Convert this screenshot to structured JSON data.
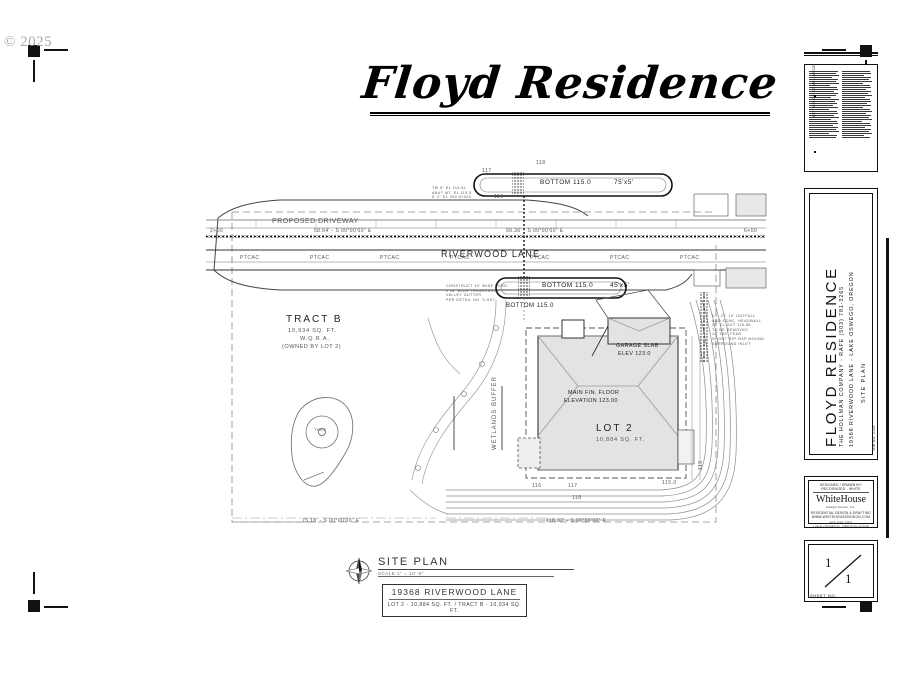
{
  "sheet": {
    "watermark": "© 2025",
    "main_title": "Floyd Residence"
  },
  "drawing": {
    "street_label": "RIVERWOOD LANE",
    "driveway_label": "PROPOSED DRIVEWAY",
    "wetlands_buffer_label": "WETLANDS BUFFER",
    "pavement_labels": [
      "PTCAC",
      "PTCAC",
      "PTCAC",
      "PTCAC",
      "PTCAC",
      "PTCAC",
      "PTCAC"
    ],
    "tract": {
      "name": "TRACT B",
      "area": "10,934 SQ. FT.",
      "designation": "W.Q.R.A.",
      "ownership": "(OWNED BY LOT 2)"
    },
    "lot": {
      "name": "LOT 2",
      "area": "10,884 SQ. FT."
    },
    "house": {
      "main_floor_line1": "MAIN FIN. FLOOR",
      "main_floor_line2": "ELEVATION 123.00",
      "garage_line1": "GARAGE SLAB",
      "garage_line2": "ELEV 123.0"
    },
    "rain_gardens": [
      {
        "bottom": "BOTTOM 115.0",
        "size": "75'x5'"
      },
      {
        "bottom": "BOTTOM 115.0",
        "size": "45'x5'"
      }
    ],
    "bottom_callout": "BOTTOM 115.0",
    "contours": [
      "115.0",
      "116",
      "117",
      "118",
      "119"
    ],
    "contour_top": [
      "117",
      "118",
      "116"
    ],
    "bearings": [
      "75.18' - S 00°00'00\" E",
      "58.64' - S 00°00'00\" E",
      "99.36' - S 00°00'00\" E",
      "118.32' - S 00°00'00\" E"
    ],
    "stations": [
      "2+00",
      "6+00"
    ],
    "tree_note": "TREE",
    "construction_note": [
      "CONSTRUCT 10' WIDE LONG",
      "x 18' WIDE TRANSVERSE",
      "VALLEY GUTTER",
      "PER DETAIL NO. 5-HS7"
    ],
    "elevation_note": [
      "TW 6\" EL 116.51",
      "ABUT MT. EL 115.5",
      "6' 2\" EL 090 #+020"
    ],
    "survey_note": [
      "EX. 27' 10' OUTFALL",
      "AND CONC. HEADWALL",
      "27' CL OUT 115.85",
      "TO BE REMOVED",
      "14' 180' YEAR",
      "GROUT RIP-RAP MOUND",
      "SURROUND INLET"
    ]
  },
  "site_plan_block": {
    "title": "SITE PLAN",
    "scale": "SCALE 1\" = 10'-0\"",
    "address": "19368 RIVERWOOD LANE",
    "areas": "LOT 2 - 10,884 SQ. FT. / TRACT B - 10,934 SQ. FT.",
    "north_label": "N"
  },
  "title_block": {
    "notes_heading": "NOTICE OF COMPLIANCE",
    "project_name": "FLOYD RESIDENCE",
    "company_line": "THE HOLLMAN COMPANY - RAFE (503) 781-3265",
    "address_line": "19368 RIVERWOOD LANE - LAKE OSWEGO, OREGON",
    "sheet_type": "SITE PLAN",
    "job_no": "JOB NO.\n2138",
    "designer": {
      "line1": "DESIGNED / DRAWN BY:",
      "line2": "RECOGNIZED - WHITE",
      "name_part1": "White",
      "name_part2": "House",
      "name_sub": "Design Center, Inc.",
      "tagline1": "RESIDENTIAL DESIGN & DRAFTING",
      "tagline2": "WWW.WHITEHOUSEDESIGN.COM",
      "phone": "503.635.1282",
      "addr": "LAKE OSWEGO, OREGON 97035"
    },
    "sheet_number_top": "1",
    "sheet_number_bottom": "1",
    "sheet_number_label": "SHEET NO."
  }
}
